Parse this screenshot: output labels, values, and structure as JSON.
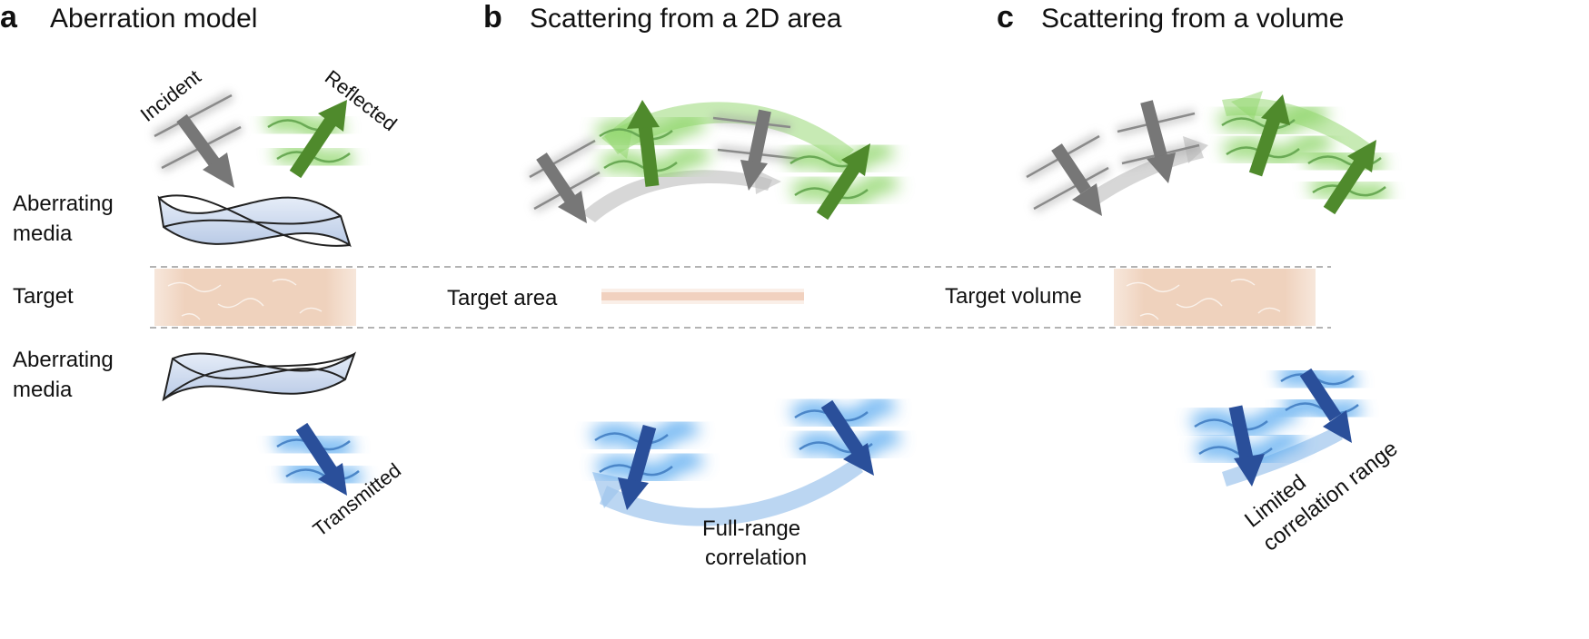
{
  "panels": [
    {
      "letter": "a",
      "title": "Aberration model"
    },
    {
      "letter": "b",
      "title": "Scattering from a 2D area"
    },
    {
      "letter": "c",
      "title": "Scattering from a volume"
    }
  ],
  "left_labels": {
    "media_top_line1": "Aberrating",
    "media_top_line2": "media",
    "target": "Target",
    "media_bottom_line1": "Aberrating",
    "media_bottom_line2": "media"
  },
  "arrow_labels": {
    "incident": "Incident",
    "reflected": "Reflected",
    "transmitted": "Transmitted"
  },
  "targets": {
    "area": "Target area",
    "volume": "Target volume"
  },
  "correlation": {
    "full_line1": "Full-range",
    "full_line2": "correlation",
    "limited_line1": "Limited",
    "limited_line2": "correlation range"
  },
  "colors": {
    "incident_gray": "#777777",
    "reflected_green": "#4f8a2c",
    "green_glow": "#8fd66a",
    "transmitted_blue": "#2a4f9a",
    "blue_glow": "#5aaaf0",
    "tissue": "#f0d4c0",
    "media_fill": "#c9d7ee"
  }
}
